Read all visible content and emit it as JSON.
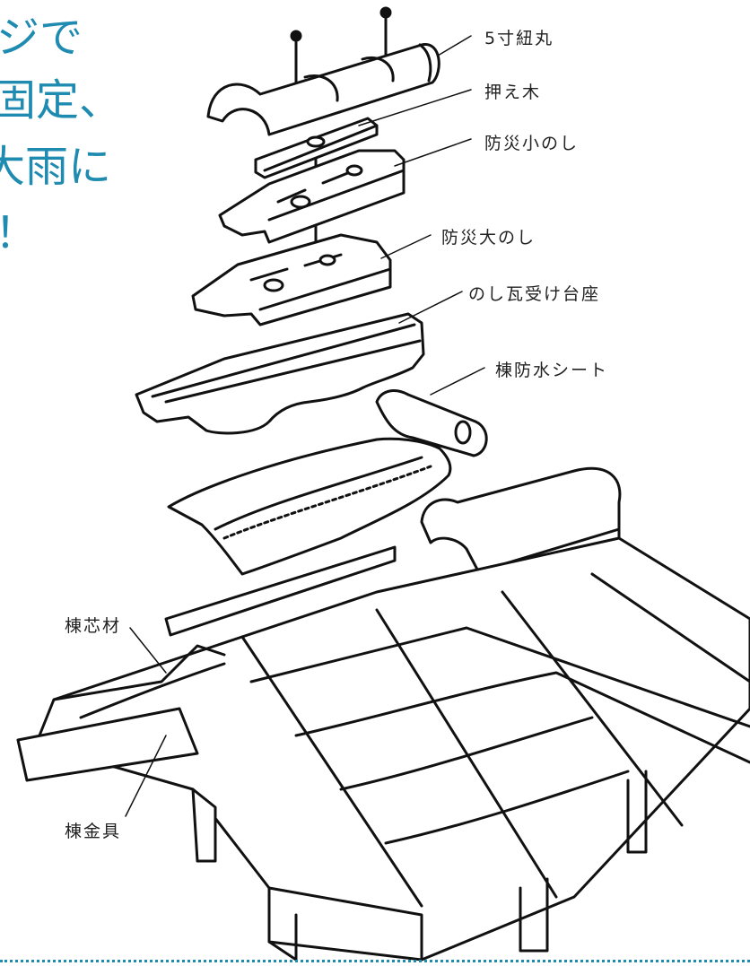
{
  "headline": {
    "lines": [
      "ジで",
      "固定、",
      "大雨に",
      "！"
    ]
  },
  "labels": {
    "kamigawara": "5寸紐丸",
    "osaegi": "押え木",
    "small_noshi": "防災小のし",
    "large_noshi": "防災大のし",
    "noshi_base": "のし瓦受け台座",
    "waterproof_sheet": "棟防水シート",
    "ridge_core": "棟芯材",
    "ridge_bracket": "棟金具"
  },
  "colors": {
    "accent": "#1f8bb0",
    "line": "#111111",
    "text": "#222222"
  }
}
